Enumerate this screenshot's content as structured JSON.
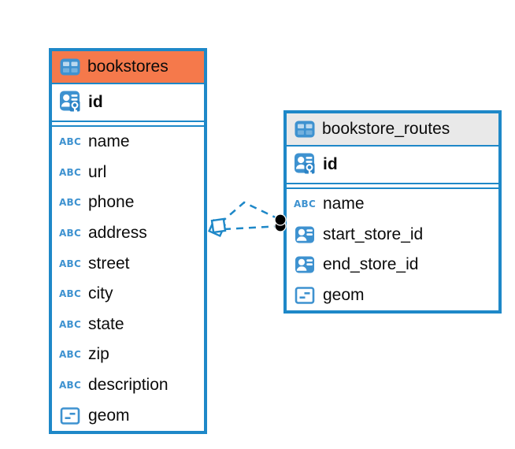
{
  "diagram": {
    "type": "entity-relationship",
    "tables": [
      {
        "name": "bookstores",
        "header_style": "orange",
        "primary_keys": [
          {
            "name": "id",
            "type": "primary-key"
          }
        ],
        "columns": [
          {
            "name": "name",
            "type": "text"
          },
          {
            "name": "url",
            "type": "text"
          },
          {
            "name": "phone",
            "type": "text"
          },
          {
            "name": "address",
            "type": "text"
          },
          {
            "name": "street",
            "type": "text"
          },
          {
            "name": "city",
            "type": "text"
          },
          {
            "name": "state",
            "type": "text"
          },
          {
            "name": "zip",
            "type": "text"
          },
          {
            "name": "description",
            "type": "text"
          },
          {
            "name": "geom",
            "type": "geometry"
          }
        ]
      },
      {
        "name": "bookstore_routes",
        "header_style": "gray",
        "primary_keys": [
          {
            "name": "id",
            "type": "primary-key"
          }
        ],
        "columns": [
          {
            "name": "name",
            "type": "text"
          },
          {
            "name": "start_store_id",
            "type": "foreign-key"
          },
          {
            "name": "end_store_id",
            "type": "foreign-key"
          },
          {
            "name": "geom",
            "type": "geometry"
          }
        ]
      }
    ],
    "relationships": [
      {
        "from": "bookstore_routes.start_store_id",
        "to": "bookstores.id",
        "line_style": "dashed"
      },
      {
        "from": "bookstore_routes.end_store_id",
        "to": "bookstores.id",
        "line_style": "dashed"
      }
    ]
  },
  "icons": {
    "text_label": "ABC"
  },
  "colors": {
    "accent_blue": "#1E88C8",
    "icon_blue": "#3E92D0",
    "icon_blue_dark": "#2B83C6",
    "header_orange": "#F5794B",
    "header_gray": "#E9E9E9",
    "canvas_bg": "#FFFFFF",
    "text": "#0B0B0B",
    "marker_black": "#000000"
  }
}
